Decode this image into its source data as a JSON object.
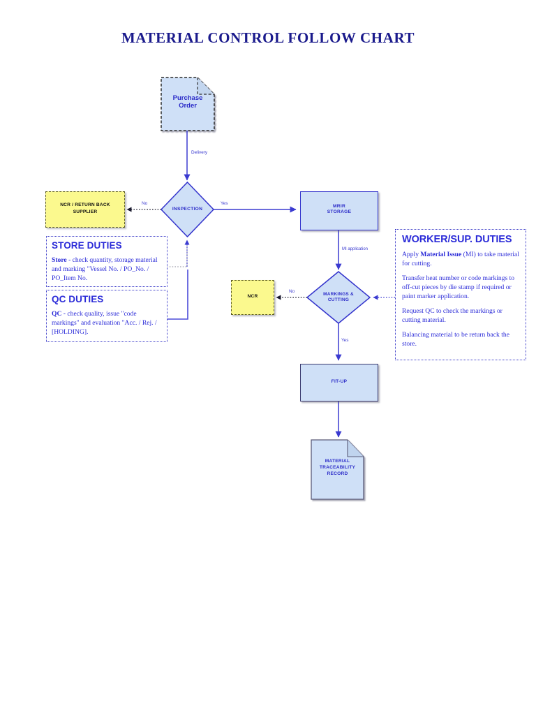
{
  "page": {
    "title": "MATERIAL CONTROL FOLLOW CHART",
    "title_color": "#1a1a8c",
    "background": "#ffffff"
  },
  "palette": {
    "process_fill": "#cfe0f7",
    "process_stroke": "#3333cc",
    "alert_fill": "#fbf98e",
    "alert_stroke": "#5b5b20",
    "text_blue": "#2b2bc8",
    "connector": "#3a3ad0"
  },
  "nodes": {
    "purchase_order": {
      "label_line1": "Purchase",
      "label_line2": "Order",
      "shape": "document",
      "fill": "#cfe0f7",
      "stroke_style": "dashed"
    },
    "inspection": {
      "label": "INSPECTION",
      "shape": "decision",
      "fill": "#cfe0f7"
    },
    "ncr_return_supplier": {
      "label_line1": "NCR / RETURN BACK",
      "label_line2": "SUPPLIER",
      "shape": "rectangle",
      "fill": "#fbf98e"
    },
    "mrir_storage": {
      "label_line1": "MRIR",
      "label_line2": "STORAGE",
      "shape": "rectangle",
      "fill": "#cfe0f7"
    },
    "markings_cutting": {
      "label_line1": "MARKINGS &",
      "label_line2": "CUTTING",
      "shape": "decision",
      "fill": "#cfe0f7"
    },
    "ncr": {
      "label": "NCR",
      "shape": "rectangle",
      "fill": "#fbf98e"
    },
    "fit_up": {
      "label": "FIT-UP",
      "shape": "rectangle",
      "fill": "#cfe0f7"
    },
    "material_record": {
      "label_line1": "MATERIAL",
      "label_line2": "TRACEABILITY",
      "label_line3": "RECORD",
      "shape": "document",
      "fill": "#cfe0f7"
    }
  },
  "edges": {
    "delivery": "Delivery",
    "inspection_no": "No",
    "inspection_yes": "Yes",
    "mi_application": "MI application",
    "markings_no": "No",
    "markings_yes": "Yes"
  },
  "panels": {
    "store_duties": {
      "title": "STORE DUTIES",
      "lead": "Store -",
      "body": " check quantity, storage material and marking \"Vessel No. / PO_No. / PO_Item No."
    },
    "qc_duties": {
      "title": "QC DUTIES",
      "lead": "QC -",
      "body": " check quality, issue \"code markings\" and evaluation \"Acc. / Rej. / [HOLDING]."
    },
    "worker_duties": {
      "title": "WORKER/SUP. DUTIES",
      "p1_pre": "Apply ",
      "p1_bold": "Material Issue",
      "p1_post": " (MI) to take material for cutting.",
      "p2": "Transfer heat number or code markings to off-cut pieces by die stamp if required or paint marker application.",
      "p3": "Request QC to check the markings or cutting material.",
      "p4": "Balancing material to be return back the store."
    }
  }
}
